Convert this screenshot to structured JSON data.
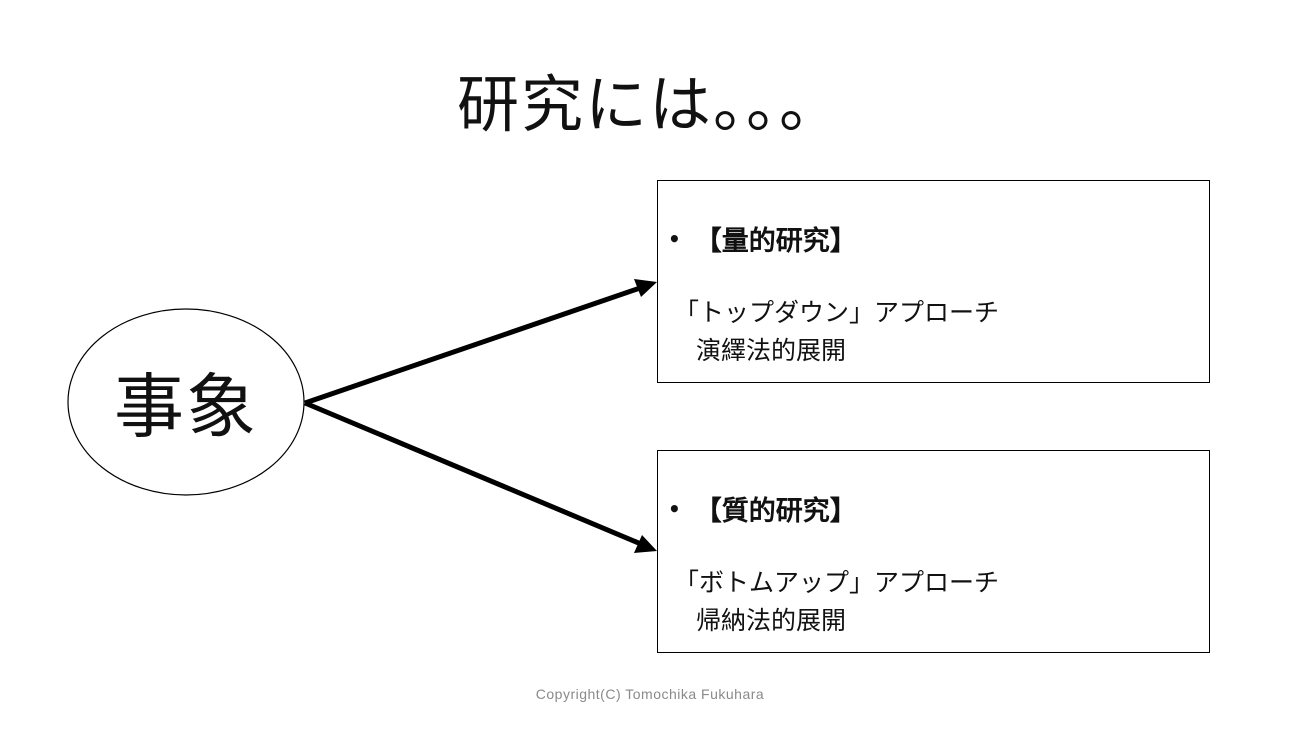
{
  "title": "研究には。。。",
  "center_node": {
    "label": "事象"
  },
  "branches": [
    {
      "heading": "【量的研究】",
      "line1": "「トップダウン」アプローチ",
      "line2": "演繹法的展開"
    },
    {
      "heading": "【質的研究】",
      "line1": "「ボトムアップ」アプローチ",
      "line2": "帰納法的展開"
    }
  ],
  "bullet_char": "•",
  "footer": {
    "copyright": "Copyright(C) Tomochika Fukuhara"
  }
}
